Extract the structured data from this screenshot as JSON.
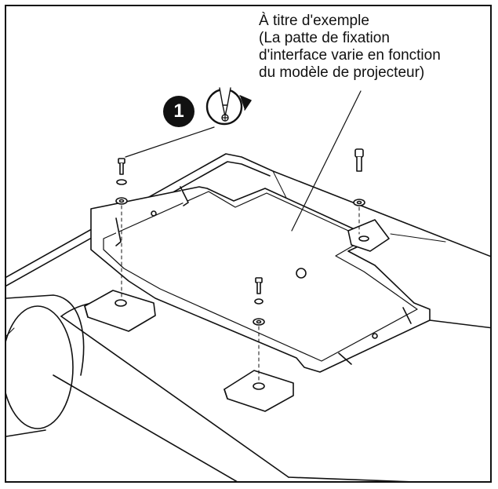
{
  "caption": {
    "lines": [
      "À titre d'exemple",
      "(La patte de fixation",
      "d'interface varie en fonction",
      "du modèle de projecteur)"
    ]
  },
  "step": {
    "number": "1"
  },
  "icons": {
    "badge": "step-number-badge",
    "tighten": "screwdriver-rotate-clockwise-icon"
  },
  "colors": {
    "line": "#111111",
    "background": "#ffffff"
  }
}
